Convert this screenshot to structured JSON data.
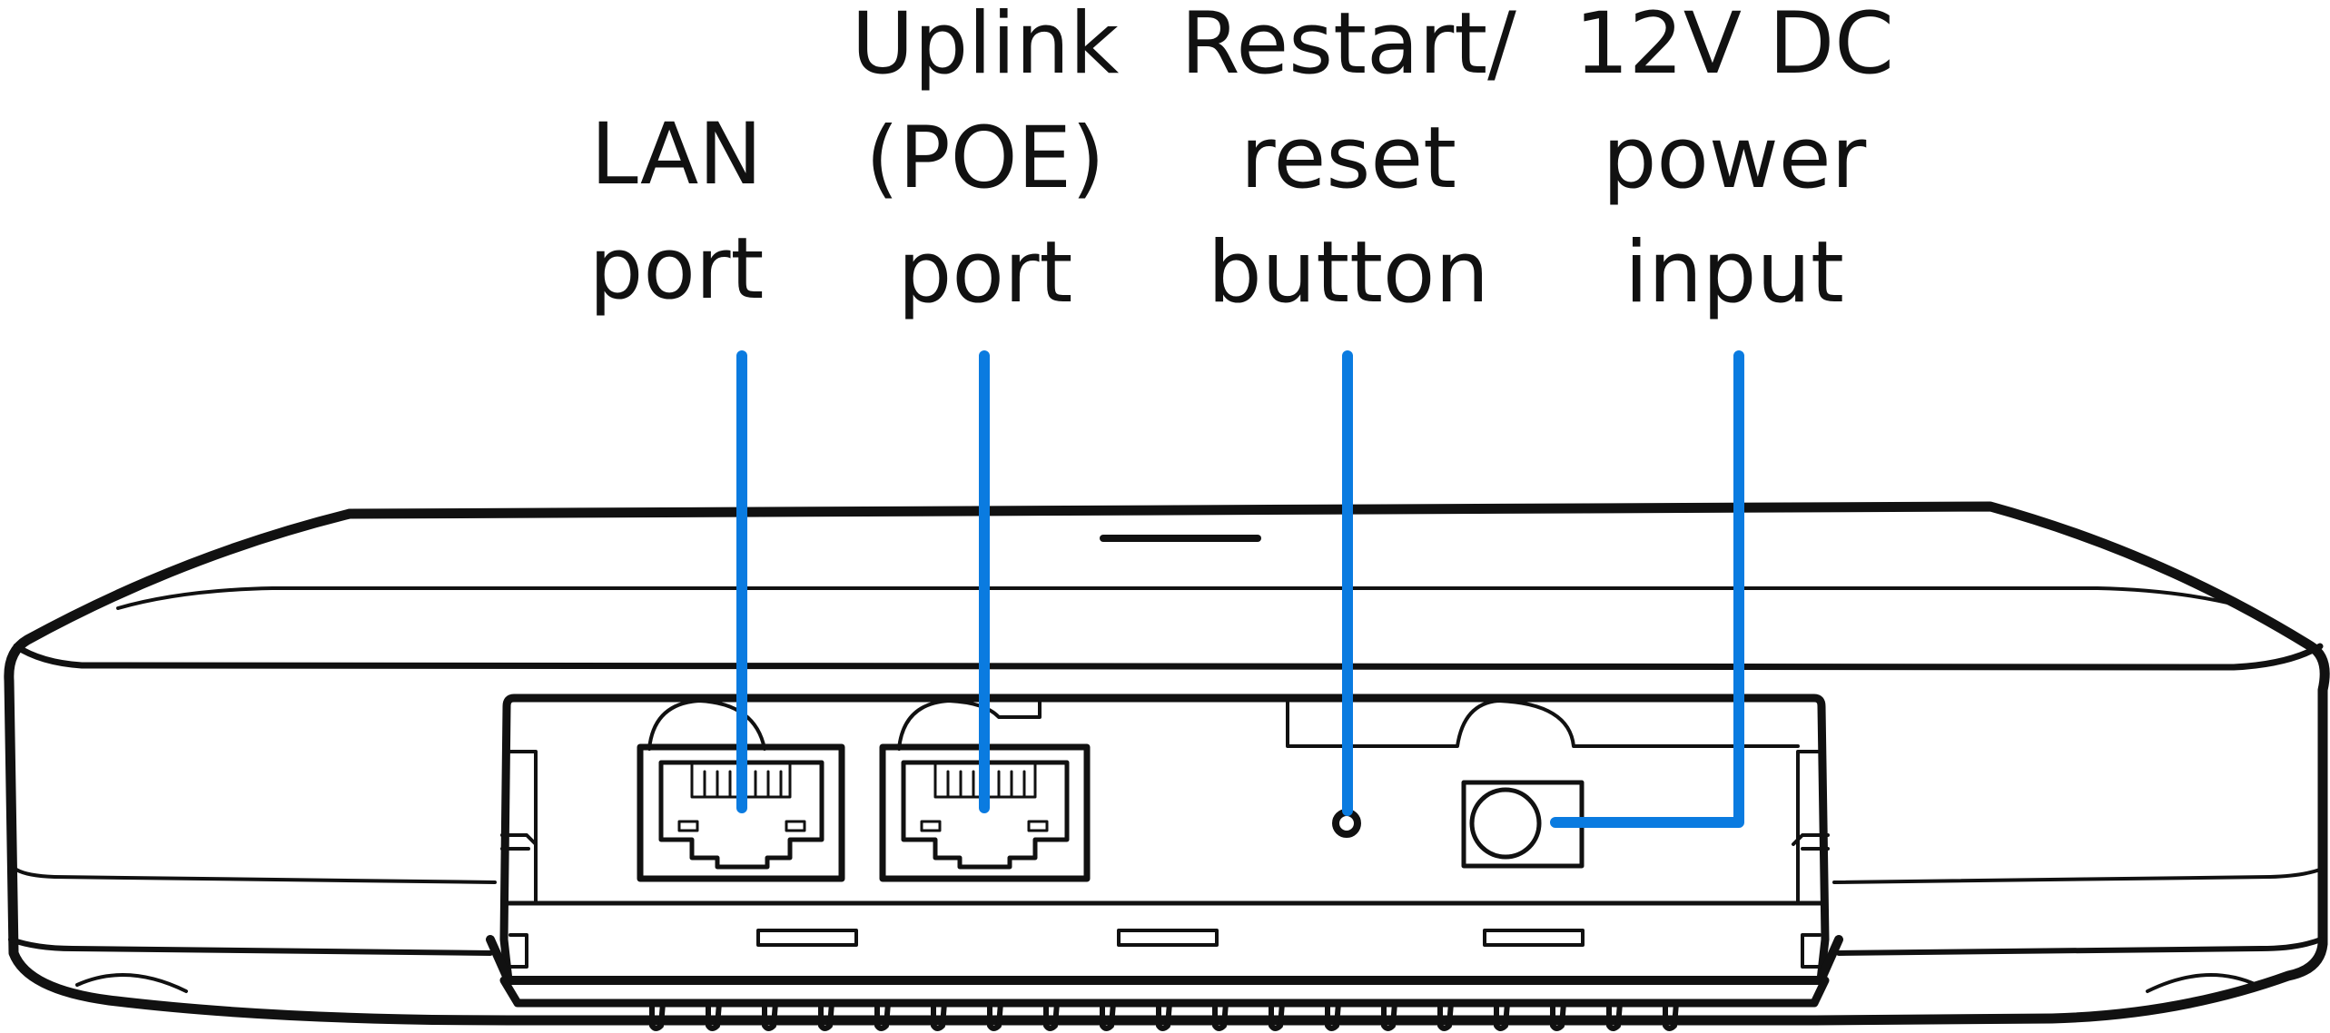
{
  "colors": {
    "callout": "#0a7be0",
    "outline": "#111111",
    "background": "#ffffff"
  },
  "labels": {
    "lan": [
      "LAN",
      "port"
    ],
    "uplink": [
      "Uplink",
      "(POE)",
      "port"
    ],
    "reset": [
      "Restart/",
      "reset",
      "button"
    ],
    "power": [
      "12V DC",
      "power",
      "input"
    ]
  }
}
